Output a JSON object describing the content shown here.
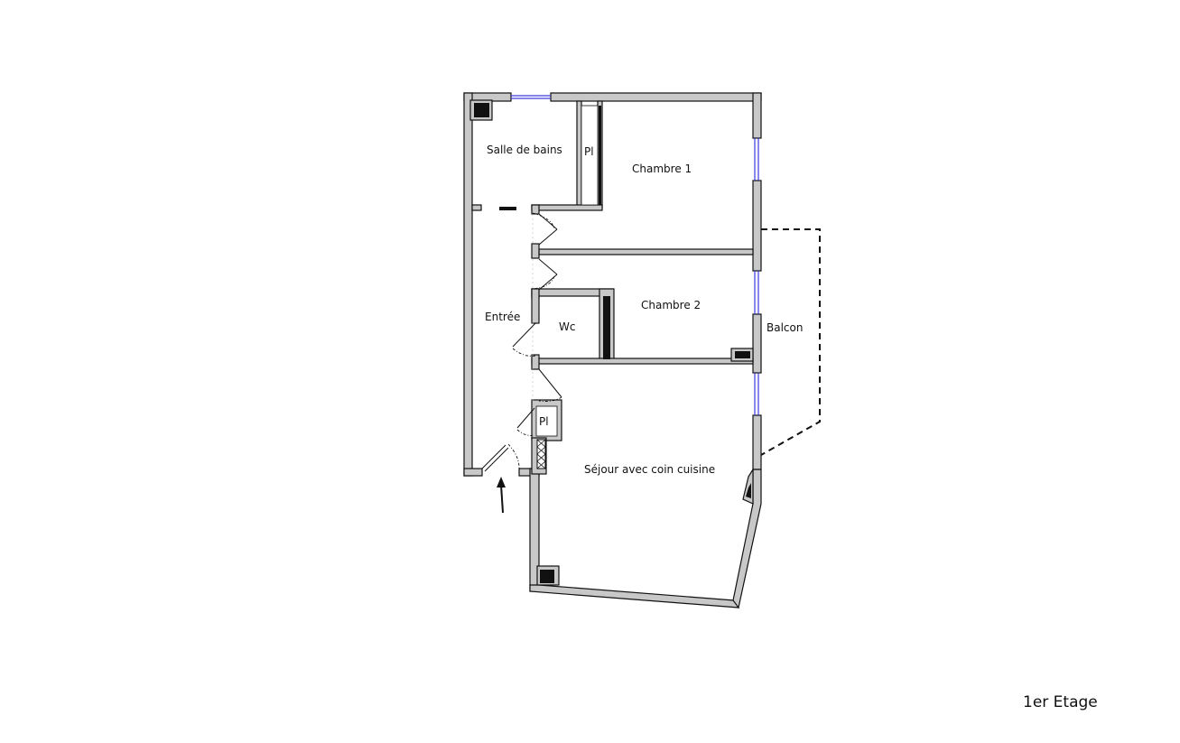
{
  "rooms": {
    "bathroom": "Salle de bains",
    "closet_top": "Pl",
    "bedroom1": "Chambre 1",
    "bedroom2": "Chambre 2",
    "entry": "Entrée",
    "wc": "Wc",
    "balcony": "Balcon",
    "closet_bottom": "Pl",
    "living": "Séjour avec coin cuisine"
  },
  "floor_label": "1er Etage"
}
